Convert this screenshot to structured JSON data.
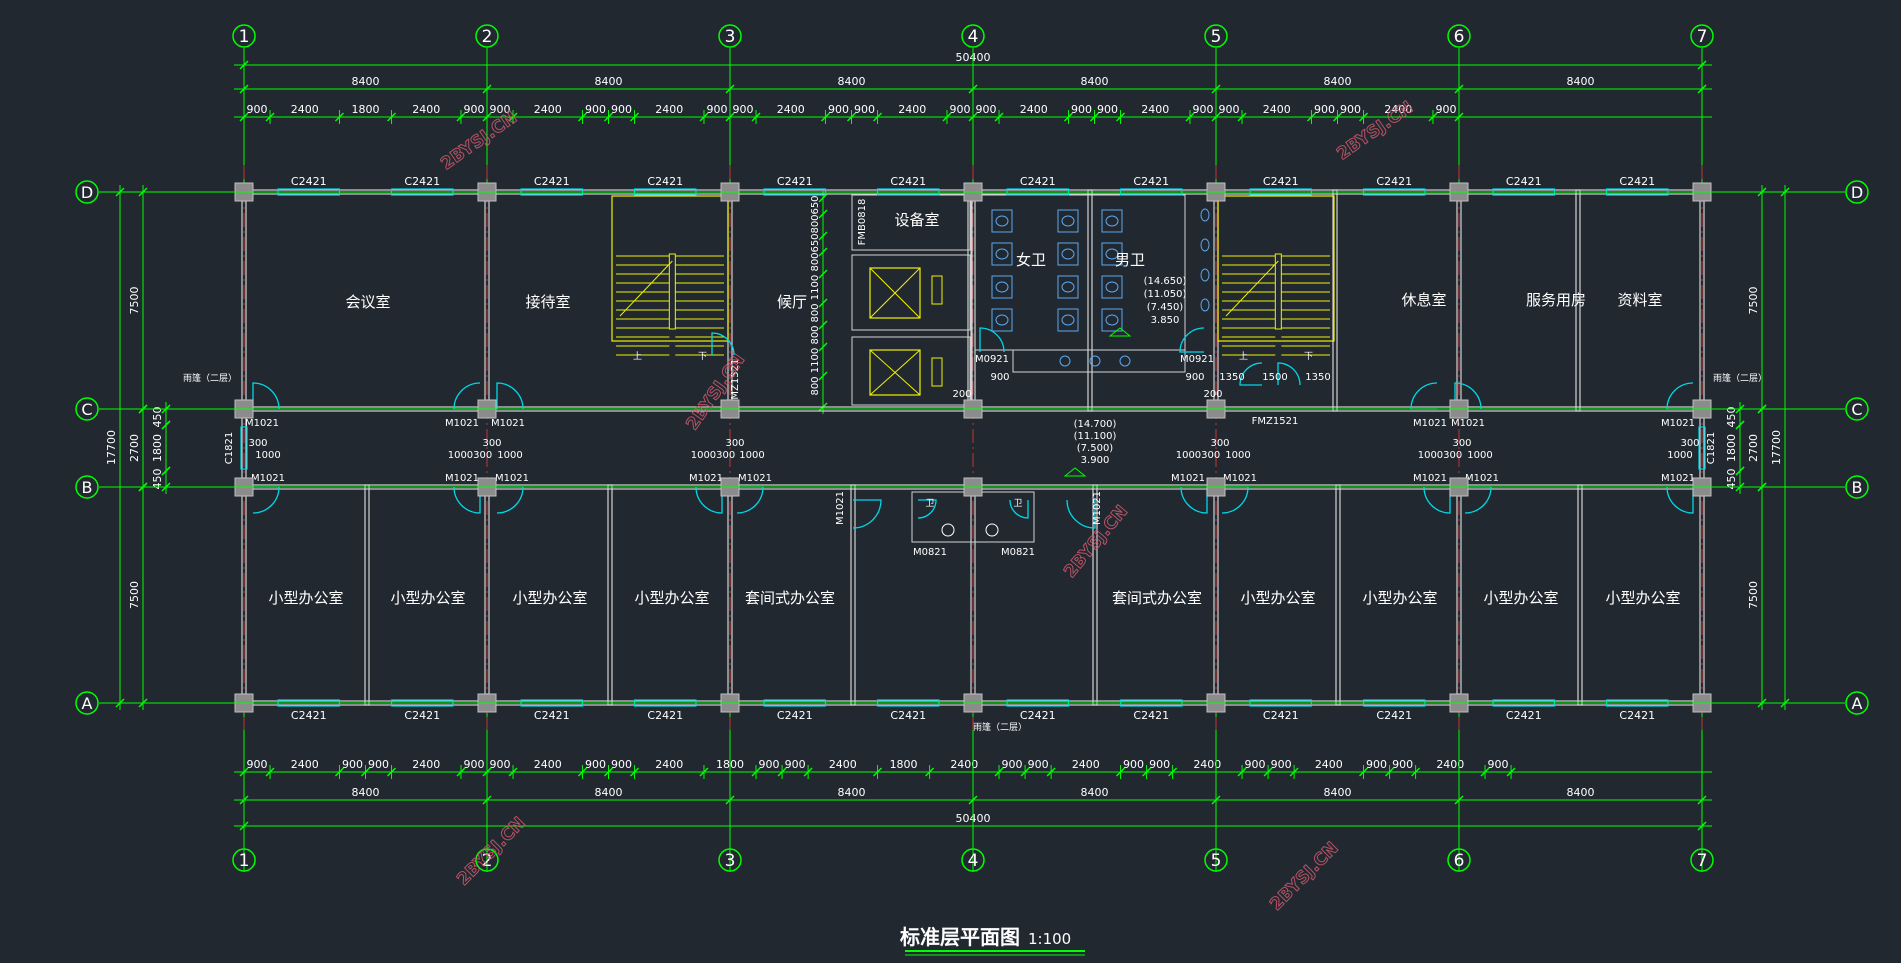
{
  "title": "标准层平面图",
  "scale": "1:100",
  "watermark": "2BYSJ.CN",
  "axes": {
    "columns": [
      "1",
      "2",
      "3",
      "4",
      "5",
      "6",
      "7"
    ],
    "rows": [
      "D",
      "C",
      "B",
      "A"
    ]
  },
  "dims": {
    "total_width": "50400",
    "bay": "8400",
    "top_detail": [
      "900",
      "2400",
      "1800",
      "2400",
      "900",
      "900",
      "2400",
      "900",
      "900",
      "2400",
      "900",
      "900",
      "2400",
      "900",
      "900",
      "2400",
      "900",
      "900",
      "2400",
      "900",
      "900",
      "2400",
      "900",
      "900",
      "2400",
      "900",
      "900",
      "2400",
      "900"
    ],
    "bottom_detail": [
      "900",
      "2400",
      "900",
      "900",
      "2400",
      "900",
      "900",
      "2400",
      "900",
      "900",
      "2400",
      "1800",
      "900",
      "900",
      "2400",
      "1800",
      "2400",
      "900",
      "900",
      "2400",
      "900",
      "900",
      "2400",
      "900",
      "900",
      "2400",
      "900",
      "900",
      "2400",
      "900"
    ],
    "side_total": "17700",
    "side_room": "7500",
    "side_corr": "2700",
    "side_450": "450",
    "side_1800": "1800"
  },
  "windows": {
    "top": [
      "C2421",
      "C2421",
      "C2421",
      "C2421",
      "C2421",
      "C2421",
      "C2421",
      "C2421",
      "C2421",
      "C2421",
      "C2421",
      "C2421"
    ],
    "bottom": [
      "C2421",
      "C2421",
      "C2421",
      "C2421",
      "C2421",
      "C2421",
      "C2421",
      "C2421",
      "C2421",
      "C2421",
      "C2421",
      "C2421"
    ],
    "side": "C1821"
  },
  "rooms_north": [
    "会议室",
    "接待室",
    "候厅",
    "设备室",
    "女卫",
    "男卫",
    "休息室",
    "服务用房",
    "资料室"
  ],
  "rooms_south": [
    "小型办公室",
    "小型办公室",
    "小型办公室",
    "小型办公室",
    "套间式办公室",
    "套间式办公室",
    "小型办公室",
    "小型办公室",
    "小型办公室",
    "小型办公室"
  ],
  "doors": {
    "m1021": "M1021",
    "m0921": "M0921",
    "m0821": "M0821",
    "fmz": "FMZ1521",
    "fmb": "FMB0818"
  },
  "stairs": {
    "up": "上",
    "down": "下"
  },
  "wc": "卫",
  "canopy": "雨篷（二层）",
  "elevations_a": [
    "(14.650)",
    "(11.050)",
    "(7.450)",
    "3.850"
  ],
  "elevations_b": [
    "(14.700)",
    "(11.100)",
    "(7.500)",
    "3.900"
  ],
  "misc": {
    "d200": "200",
    "d900": "900",
    "d300": "300",
    "d1000": "1000",
    "d1350": "1350",
    "d1500": "1500",
    "d1000300": "1000300",
    "elev_vert": [
      "650",
      "800",
      "650",
      "800",
      "1100",
      "800",
      "800",
      "1100",
      "800"
    ]
  }
}
